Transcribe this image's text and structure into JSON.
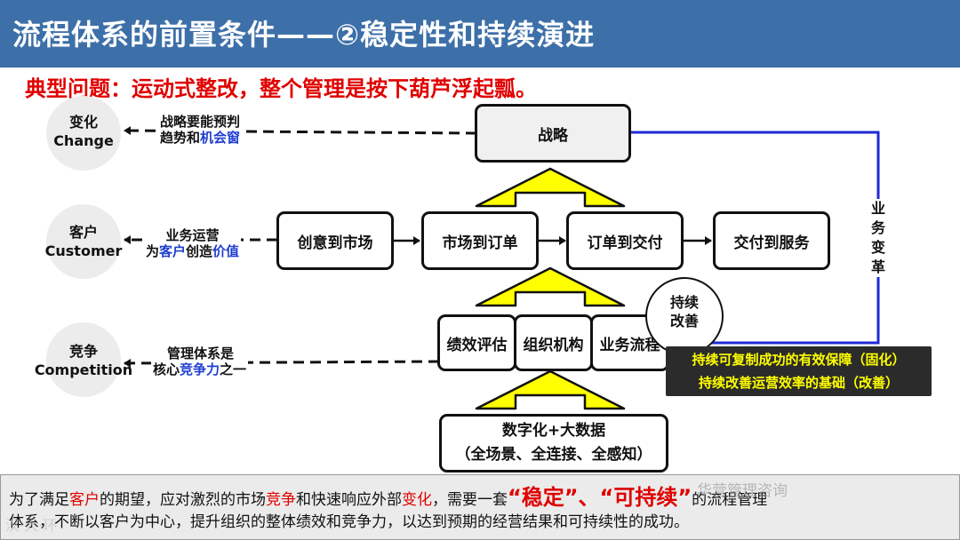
{
  "title": "流程体系的前置条件——②稳定性和持续演进",
  "subtitle": "典型问题：运动式整改，整个管理是按下葫芦浮起瓢。",
  "left_circles": [
    {
      "cn": "变化",
      "en": "Change"
    },
    {
      "cn": "客户",
      "en": "Customer"
    },
    {
      "cn": "竞争",
      "en": "Competition"
    }
  ],
  "notes": {
    "change_line1": "战略要能预判",
    "change_line2_prefix": "趋势和",
    "change_line2_blue": "机会窗",
    "customer_line1": "业务运营",
    "customer_line2_prefix": "为",
    "customer_line2_blue1": "客户",
    "customer_line2_mid": "创造",
    "customer_line2_blue2": "价值",
    "competition_line1": "管理体系是",
    "competition_line2_prefix": "核心",
    "competition_line2_blue": "竞争力",
    "competition_line2_suffix": "之一"
  },
  "boxes": {
    "strategy": "战略",
    "value_chain": [
      "创意到市场",
      "市场到订单",
      "订单到交付",
      "交付到服务"
    ],
    "management": [
      "绩效评估",
      "组织机构",
      "业务流程"
    ],
    "base_line1": "数字化+大数据",
    "base_line2": "（全场景、全连接、全感知）"
  },
  "continuous_improvement": [
    "持续",
    "改善"
  ],
  "business_transformation": [
    "业",
    "务",
    "变",
    "革"
  ],
  "highlight": {
    "line1": "持续可复制成功的有效保障（固化）",
    "line2": "持续改善运营效率的基础（改善）"
  },
  "bottom": {
    "seg1": "为了满足",
    "red1": "客户",
    "seg2": "的期望，应对激烈的市场",
    "red2": "竞争",
    "seg3": "和快速响应外部",
    "red3": "变化",
    "seg4": "，需要一套",
    "big1": "“稳定”",
    "big_sep": "、",
    "big2": "“可持续”",
    "seg5": "的流程管理",
    "line2": "体系，不断以客户为中心，提升组织的整体绩效和竞争力，以达到预期的经营结果和可持续性的成功。"
  },
  "watermark": "华营管理咨询",
  "watermark2": "汉·大·环"
}
